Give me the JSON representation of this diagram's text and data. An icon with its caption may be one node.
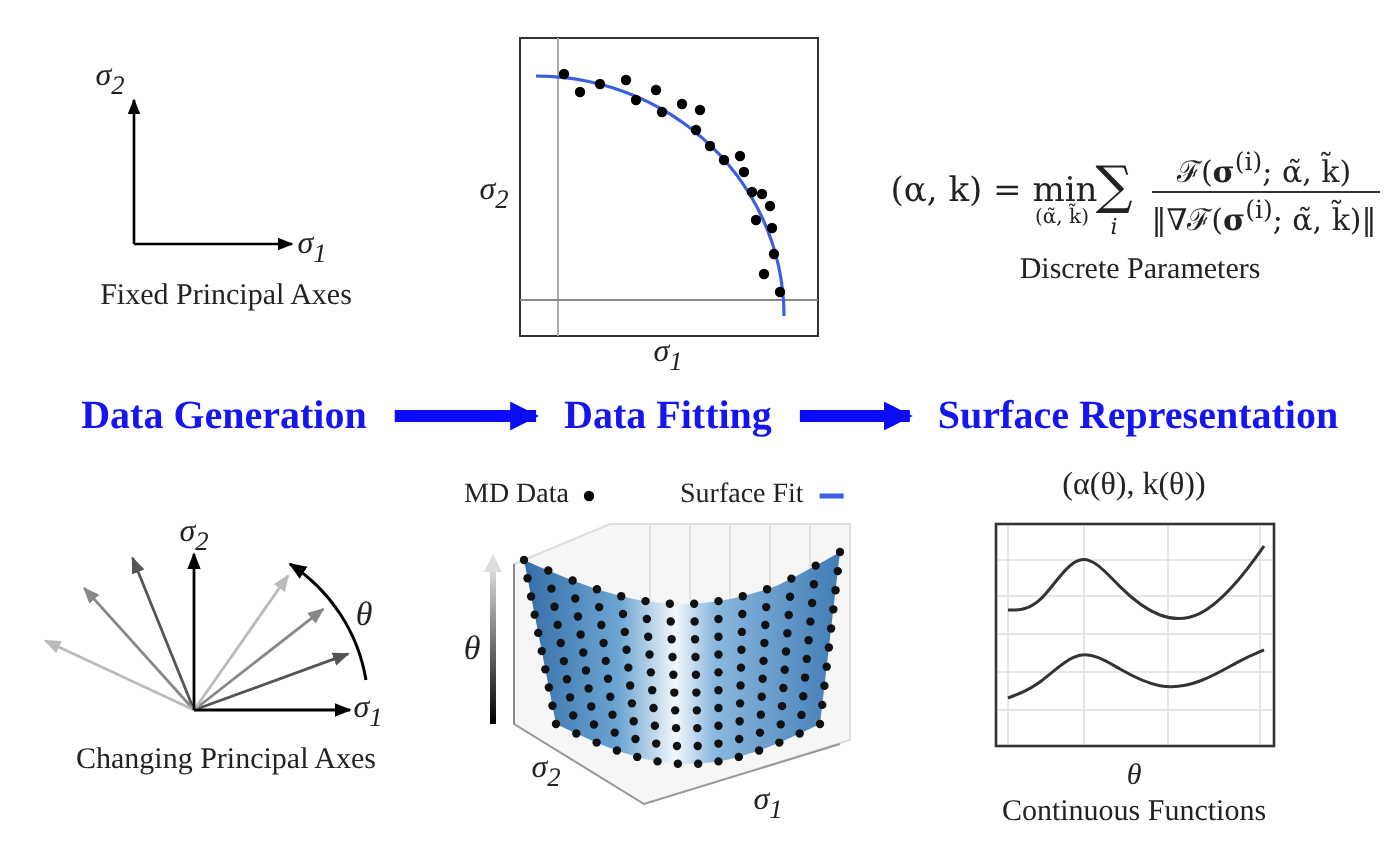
{
  "diagram": {
    "nodes": [
      {
        "text": [
          "Data Generation"
        ]
      },
      {
        "text": [
          "Data Fitting"
        ]
      },
      {
        "text": [
          "Surface Representation"
        ]
      }
    ],
    "edges": [
      {
        "from": 0,
        "to": 1,
        "arrow": "to"
      },
      {
        "from": 1,
        "to": 2,
        "arrow": "to"
      }
    ],
    "labels": [
      "σ$_{2}$",
      "σ$_{1}$",
      "Fixed Principal Axes",
      "σ$_{2}$",
      "σ$_{1}$",
      "(α, k) = min",
      "(α̃, k̃)",
      "∑",
      "i",
      "ℱ(**σ**$^{(i)}$; α̃, k̃)",
      "‖∇ℱ(**σ**$^{(i)}$; α̃, k̃)‖",
      "Discrete Parameters",
      "σ$_{2}$",
      "σ$_{1}$",
      "θ",
      "Changing Principal Axes",
      "θ",
      "σ$_{2}$",
      "σ$_{1}$",
      "(α(θ), k(θ))",
      "θ",
      "Continuous Functions"
    ],
    "legend": [
      {
        "text": "MD Data"
      },
      {
        "text": "Surface Fit"
      }
    ]
  }
}
